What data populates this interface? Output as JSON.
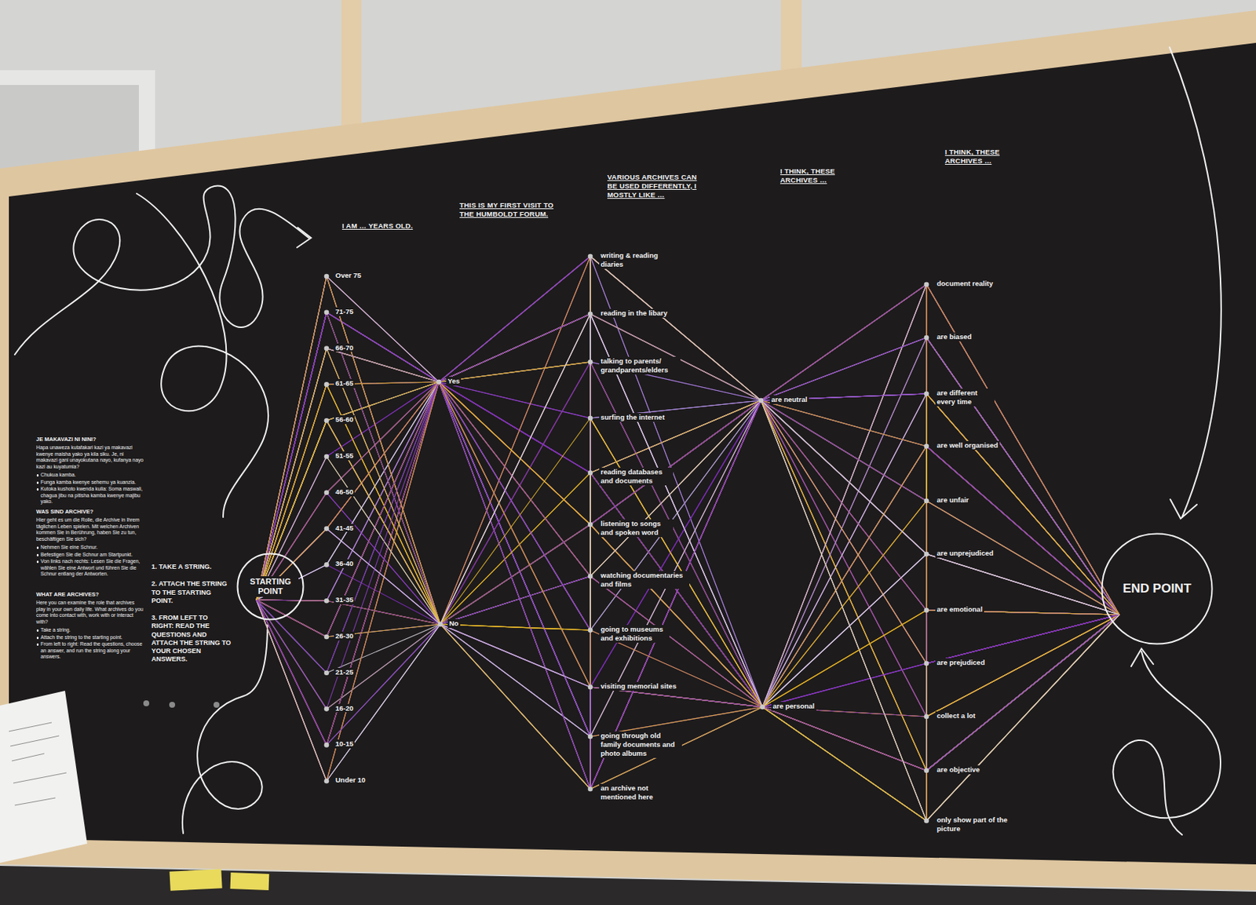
{
  "diagram": {
    "nodes": [
      {
        "text": [
          "STARTING POINT"
        ]
      },
      {
        "text": [
          "END POINT"
        ]
      }
    ],
    "labels": [
      "JE MAKAVAZI NI NINI?",
      "Hapa unaweza kutafakari kazi ya makavazi kwenye maisha yako ya kila siku. Je, ni makavazi gani unayokutana nayo, kufanya nayo kazi au kuyatumia?",
      "Chukua kamba.",
      "Funga kamba kwenye sehemu ya kuanzia.",
      "Kutoka kushoto kwenda kulia: Soma maswali, chagua jibu na pitisha kamba kwenye majibu yako.",
      "WAS SIND ARCHIVE?",
      "Hier geht es um die Rolle, die Archive in Ihrem täglichen Leben spielen. Mit welchen Archiven kommen Sie in Berührung, haben Sie zu tun, beschäftigen Sie sich?",
      "Nehmen Sie eine Schnur.",
      "Befestigen Sie die Schnur am Startpunkt.",
      "Von links nach rechts: Lesen Sie die Fragen, wählen Sie eine Antwort und führen Sie die Schnur entlang der Antworten.",
      "WHAT ARE ARCHIVES?",
      "Here you can examine the role that archives play in your own daily life. What archives do you come into contact with, work with or interact with?",
      "Take a string.",
      "Attach the string to the starting point.",
      "From left to right: Read the questions, choose an answer, and run the string along your answers.",
      "1. TAKE A STRING.",
      "2. ATTACH THE STRING TO THE STARTING POINT.",
      "3. FROM LEFT TO RIGHT: READ THE QUESTIONS AND ATTACH THE STRING TO YOUR CHOSEN ANSWERS.",
      "I AM … YEARS OLD.",
      "THIS IS MY FIRST VISIT TO THE HUMBOLDT FORUM.",
      "VARIOUS ARCHIVES CAN BE USED DIFFERENTLY, I MOSTLY LIKE …",
      "I THINK, THESE ARCHIVES …",
      "I THINK, THESE ARCHIVES …",
      "Over 75",
      "71-75",
      "66-70",
      "61-65",
      "56-60",
      "51-55",
      "46-50",
      "41-45",
      "36-40",
      "31-35",
      "26-30",
      "21-25",
      "16-20",
      "10-15",
      "Under 10",
      "Yes",
      "No",
      "writing & reading diaries",
      "reading in the libary",
      "talking to parents/ grandparents/elders",
      "surfing the internet",
      "reading databases and documents",
      "listening to songs and spoken word",
      "watching documentaries and films",
      "going to museums and exhibitions",
      "visiting memorial sites",
      "going through old family documents and photo albums",
      "an archive not mentioned here",
      "are neutral",
      "are personal",
      "document reality",
      "are biased",
      "are different every time",
      "are well organised",
      "are unfair",
      "are unprejudiced",
      "are emotional",
      "are prejudiced",
      "collect a lot",
      "are objective",
      "only show part of the picture"
    ]
  }
}
